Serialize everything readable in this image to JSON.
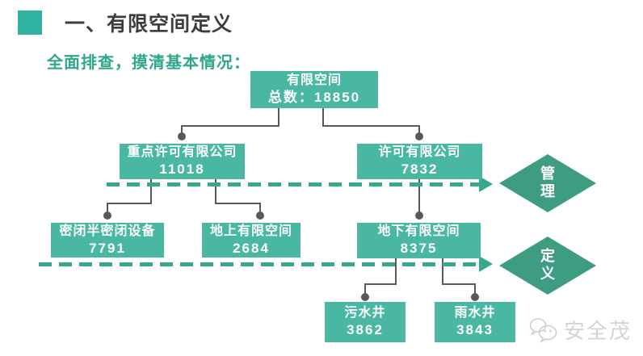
{
  "header": {
    "title": "一、有限空间定义",
    "subtitle": "全面排查，摸清基本情况："
  },
  "tree": {
    "root": {
      "label": "有限空间",
      "value": "总数：18850"
    },
    "key_permit": {
      "label": "重点许可有限公司",
      "value": "11018"
    },
    "permit": {
      "label": "许可有限公司",
      "value": "7832"
    },
    "enclosed": {
      "label": "密闭半密闭设备",
      "value": "7791"
    },
    "above_ground": {
      "label": "地上有限空间",
      "value": "2684"
    },
    "below_ground": {
      "label": "地下有限空间",
      "value": "8375"
    },
    "sewage_well": {
      "label": "污水井",
      "value": "3862"
    },
    "rain_well": {
      "label": "雨水井",
      "value": "3843"
    }
  },
  "diamonds": {
    "management": "管理",
    "definition": "定义"
  },
  "watermark": {
    "brand": "安全茂",
    "icon": "wechat-icon"
  },
  "colors": {
    "node_box": "#49B7A2",
    "diamond": "#3E9C80",
    "dashed_line": "#35A88E",
    "connector": "#595959",
    "title_square": "#2FB3A0",
    "subtitle_green": "#2EA78C",
    "title_text": "#3D3D3D",
    "watermark_gray": "#D3D3D3"
  }
}
